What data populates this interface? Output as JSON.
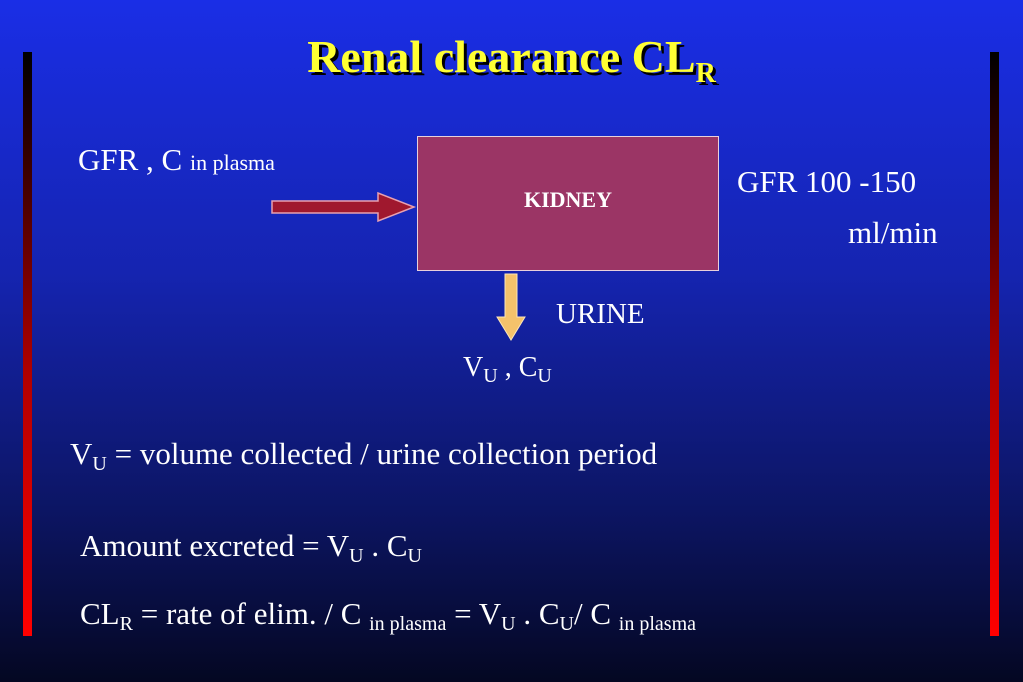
{
  "title": {
    "main": "Renal clearance CL",
    "sub": "R"
  },
  "input": {
    "label": "GFR , C",
    "sub": "in plasma"
  },
  "kidney_label": "KIDNEY",
  "gfr_note": {
    "line1": "GFR  100 -150",
    "line2": "ml/min"
  },
  "urine_label": "URINE",
  "output": {
    "v": "V",
    "v_sub": "U",
    "sep": " , ",
    "c": "C",
    "c_sub": "U"
  },
  "eq1": {
    "v": "V",
    "v_sub": "U",
    "rest": " =  volume collected / urine collection period"
  },
  "eq2": {
    "lhs": "Amount  excreted  =  V",
    "v_sub": "U",
    "mid": " . C",
    "c_sub": "U"
  },
  "eq3": {
    "cl": "CL",
    "cl_sub": "R",
    "part1": " = rate of elim. / C ",
    "sub1": "in plasma",
    "part2": " = V",
    "v_sub": "U",
    "part3": " . C",
    "c_sub": "U",
    "part4": "/ C ",
    "sub2": "in plasma"
  },
  "colors": {
    "title": "#ffff33",
    "kidney": "#9b3565",
    "input_arrow": "#a0182e",
    "urine_arrow": "#f5c26b",
    "side_bar": "#ff0000"
  }
}
